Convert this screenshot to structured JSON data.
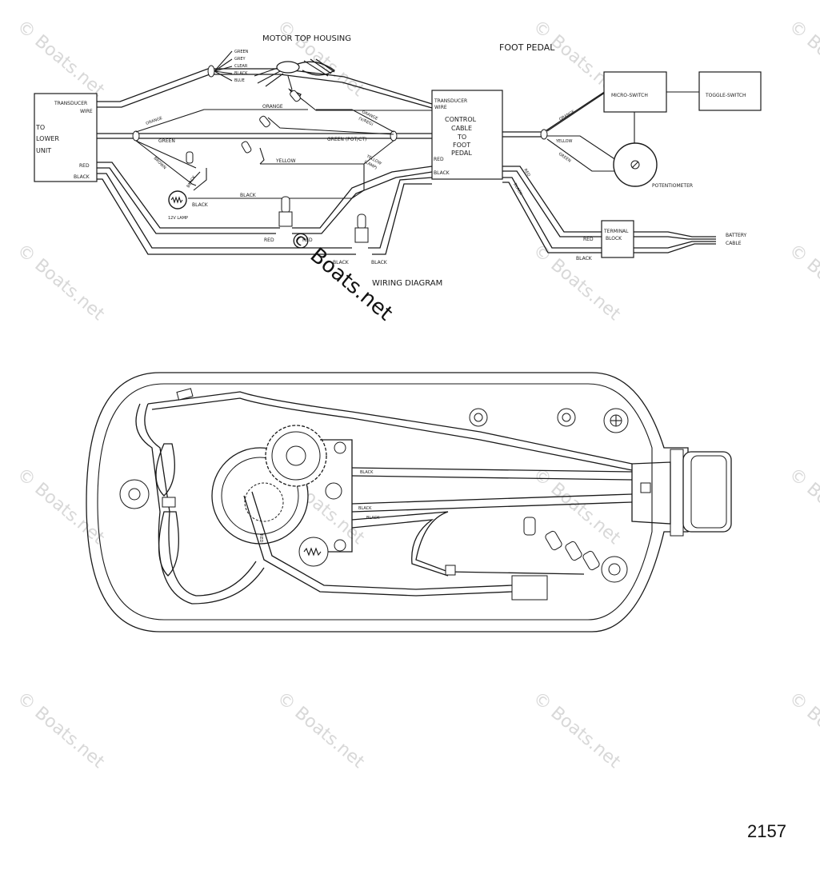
{
  "diagram": {
    "title": "WIRING DIAGRAM",
    "motor_top_housing": "MOTOR TOP HOUSING",
    "foot_pedal": "FOOT PEDAL",
    "lower_unit_box": {
      "transducer": "TRANSDUCER",
      "wire": "WIRE",
      "to_lower_unit_1": "TO",
      "to_lower_unit_2": "LOWER",
      "to_lower_unit_3": "UNIT",
      "red": "RED",
      "black": "BLACK"
    },
    "control_box": {
      "transducer": "TRANSDUCER",
      "wire": "WIRE",
      "line1": "CONTROL",
      "line2": "CABLE",
      "line3": "TO",
      "line4": "FOOT",
      "line5": "PEDAL",
      "red": "RED",
      "black": "BLACK"
    },
    "fan_wires": [
      "GREEN",
      "GREY",
      "CLEAR",
      "BLACK",
      "BLUE"
    ],
    "wire_labels": {
      "orange_top": "ORANGE",
      "orange_left": "ORANGE",
      "orange_vreg": "ORANGE",
      "vreg": "(V/REG)",
      "green_left": "GREEN",
      "green_pot": "GREEN (POT/CT)",
      "brown": "BROWN",
      "black_lamp": "BLACK",
      "black_lamp2": "BLACK",
      "black_mid": "BLACK",
      "yellow": "YELLOW",
      "yellow_lamp": "YELLOW",
      "lamp_paren": "(LAMP)",
      "lamp": "12V LAMP",
      "red_a": "RED",
      "red_b": "RED",
      "black_a": "BLACK",
      "black_b": "BLACK",
      "pedal_orange": "ORANGE",
      "pedal_yellow": "YELLOW",
      "pedal_green": "GREEN",
      "pedal_red": "RED",
      "pedal_black": "BLACK",
      "term_red": "RED",
      "term_black": "BLACK"
    },
    "micro_switch": "MICRO-SWITCH",
    "toggle_switch": "TOGGLE-SWITCH",
    "potentiometer": "POTENTIOMETER",
    "terminal_block_1": "TERMINAL",
    "terminal_block_2": "BLOCK",
    "battery_1": "BATTERY",
    "battery_2": "CABLE",
    "housing_labels": [
      "BLACK",
      "BLACK",
      "BLACK"
    ],
    "housing_red": "RED"
  },
  "watermark": "© Boats.net",
  "part_number": "2157"
}
